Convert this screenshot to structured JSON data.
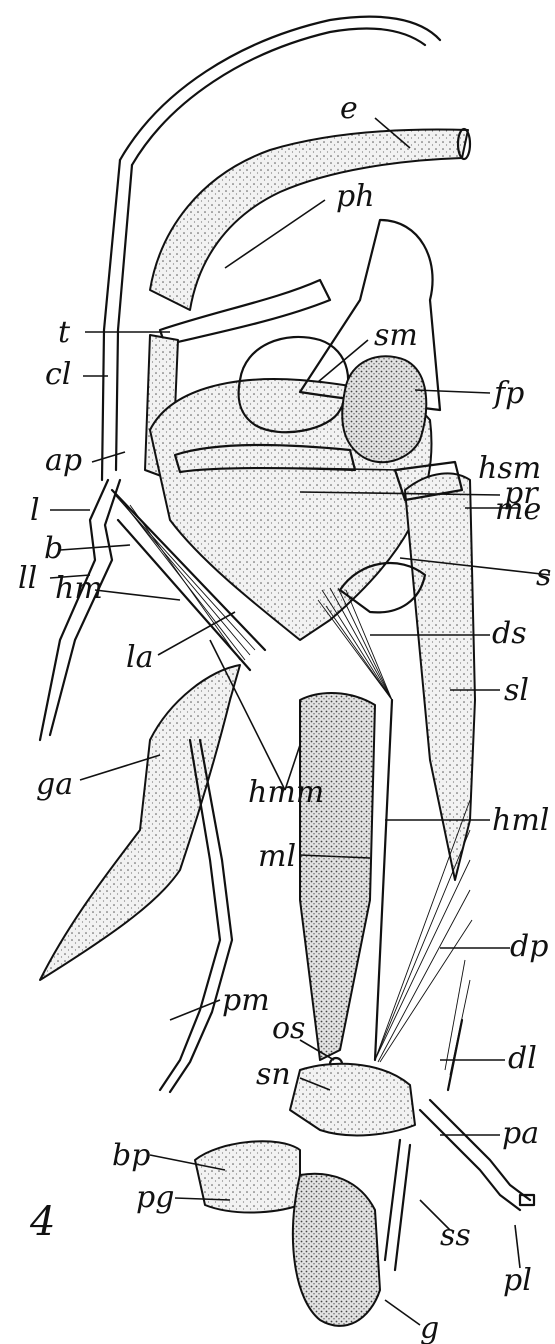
{
  "figure": {
    "number": "4",
    "labels": [
      {
        "id": "e",
        "text": "e"
      },
      {
        "id": "ph",
        "text": "ph"
      },
      {
        "id": "t",
        "text": "t"
      },
      {
        "id": "sm",
        "text": "sm"
      },
      {
        "id": "cl",
        "text": "cl"
      },
      {
        "id": "fp",
        "text": "fp"
      },
      {
        "id": "hsm",
        "text": "hsm"
      },
      {
        "id": "ap",
        "text": "ap"
      },
      {
        "id": "pr",
        "text": "pr"
      },
      {
        "id": "l",
        "text": "l"
      },
      {
        "id": "me",
        "text": "me"
      },
      {
        "id": "b",
        "text": "b"
      },
      {
        "id": "s",
        "text": "s"
      },
      {
        "id": "ll",
        "text": "ll"
      },
      {
        "id": "hm",
        "text": "hm"
      },
      {
        "id": "ds",
        "text": "ds"
      },
      {
        "id": "la",
        "text": "la"
      },
      {
        "id": "sl",
        "text": "sl"
      },
      {
        "id": "hmm",
        "text": "hmm"
      },
      {
        "id": "ga",
        "text": "ga"
      },
      {
        "id": "hml",
        "text": "hml"
      },
      {
        "id": "ml",
        "text": "ml"
      },
      {
        "id": "dp",
        "text": "dp"
      },
      {
        "id": "pm",
        "text": "pm"
      },
      {
        "id": "os",
        "text": "os"
      },
      {
        "id": "dl",
        "text": "dl"
      },
      {
        "id": "sn",
        "text": "sn"
      },
      {
        "id": "bp",
        "text": "bp"
      },
      {
        "id": "pa",
        "text": "pa"
      },
      {
        "id": "pg",
        "text": "pg"
      },
      {
        "id": "ss",
        "text": "ss"
      },
      {
        "id": "pl",
        "text": "pl"
      },
      {
        "id": "g",
        "text": "g"
      }
    ]
  }
}
